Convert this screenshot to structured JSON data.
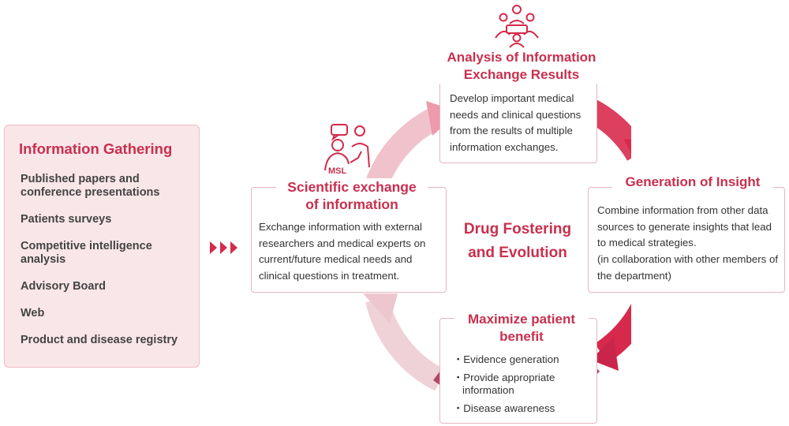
{
  "info_gathering": {
    "title": "Information Gathering",
    "items": [
      "Published papers and conference presentations",
      "Patients surveys",
      "Competitive intelligence analysis",
      "Advisory Board",
      "Web",
      "Product and disease registry"
    ]
  },
  "center_label": {
    "line1": "Drug Fostering",
    "line2": "and Evolution"
  },
  "scientific_exchange": {
    "title_line1": "Scientific exchange",
    "title_line2": "of information",
    "icon_badge": "MSL",
    "text": "Exchange information with external researchers and medical experts on current/future medical needs and clinical questions in treatment."
  },
  "analysis": {
    "title_line1": "Analysis of Information",
    "title_line2": "Exchange Results",
    "text": "Develop important medical needs and clinical questions from the results of multiple information exchanges."
  },
  "insight": {
    "title": "Generation of Insight",
    "text": "Combine information from other data sources to generate insights that lead to medical strategies.",
    "note": "(in collaboration with other members of the department)"
  },
  "patient_benefit": {
    "title_line1": "Maximize patient",
    "title_line2": "benefit",
    "items": [
      "Evidence generation",
      "Provide appropriate information",
      "Disease awareness"
    ]
  },
  "colors": {
    "accent": "#c8304e",
    "panel_bg": "#f9e6e9",
    "border": "#e6b5c0"
  }
}
